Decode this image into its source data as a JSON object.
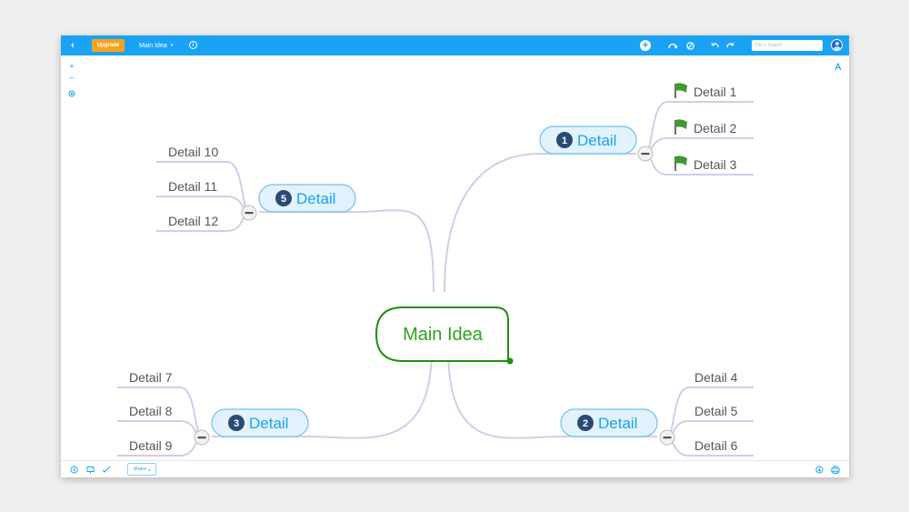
{
  "toolbar": {
    "back_icon": "chevron-left-icon",
    "upgrade_label": "Upgrade",
    "document_title": "Main Idea",
    "title_caret": "▾",
    "info_icon_label": "i",
    "search_placeholder": "Ctrl + Search",
    "accent_color": "#1aa3f5",
    "upgrade_color": "#f7a21b"
  },
  "side_tools": [
    "zoom-in-icon",
    "zoom-out-icon",
    "center-icon"
  ],
  "bottom_bar": {
    "share_label": "Share",
    "share_caret": "▾"
  },
  "mind_map": {
    "central": {
      "label": "Main Idea",
      "color": "#2ca31f"
    },
    "topics": [
      {
        "number": "1",
        "label": "Detail",
        "details": [
          "Detail 1",
          "Detail 2",
          "Detail 3"
        ],
        "flagged": true
      },
      {
        "number": "2",
        "label": "Detail",
        "details": [
          "Detail 4",
          "Detail 5",
          "Detail 6"
        ],
        "flagged": false
      },
      {
        "number": "3",
        "label": "Detail",
        "details": [
          "Detail 7",
          "Detail 8",
          "Detail 9"
        ],
        "flagged": false
      },
      {
        "number": "5",
        "label": "Detail",
        "details": [
          "Detail 10",
          "Detail 11",
          "Detail 12"
        ],
        "flagged": false
      }
    ]
  }
}
